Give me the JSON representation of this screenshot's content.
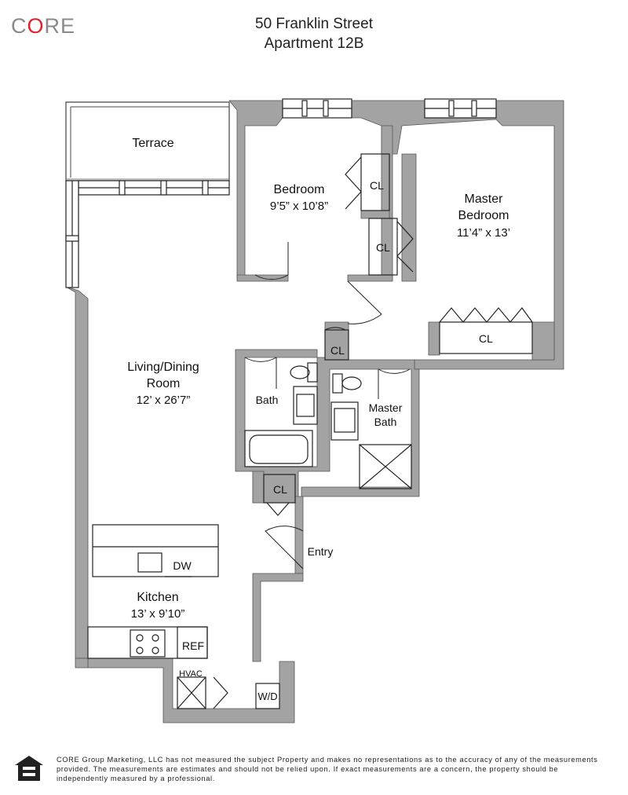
{
  "brand": {
    "logo_prefix": "C",
    "logo_accent": "O",
    "logo_suffix": "RE",
    "accent_color": "#e2202c",
    "logo_color": "#8a8a8a"
  },
  "header": {
    "address": "50 Franklin Street",
    "unit": "Apartment 12B"
  },
  "rooms": {
    "terrace": "Terrace",
    "bedroom": {
      "name": "Bedroom",
      "size": "9’5” x 10’8”"
    },
    "master_bedroom": {
      "name_line1": "Master",
      "name_line2": "Bedroom",
      "size": "11’4” x 13’"
    },
    "living": {
      "name_line1": "Living/Dining",
      "name_line2": "Room",
      "size": "12’ x 26’7”"
    },
    "bath": "Bath",
    "master_bath": {
      "line1": "Master",
      "line2": "Bath"
    },
    "kitchen": {
      "name": "Kitchen",
      "size": "13’ x 9’10”"
    },
    "entry": "Entry",
    "closets": [
      "CL",
      "CL",
      "CL",
      "CL",
      "CL"
    ],
    "dishwasher": "DW",
    "refrigerator": "REF",
    "hvac": "HVAC",
    "washer_dryer": "W/D"
  },
  "footer": {
    "disclaimer": "CORE Group Marketing, LLC has not measured the subject Property and makes no representations as to the accuracy of any of the measurements provided. The measurements are estimates and should not be relied upon. If exact measurements are a concern, the property should be independently measured by a professional.",
    "icon": "equal-housing-opportunity-icon"
  },
  "colors": {
    "wall": "#a3a3a3",
    "line": "#222222"
  }
}
